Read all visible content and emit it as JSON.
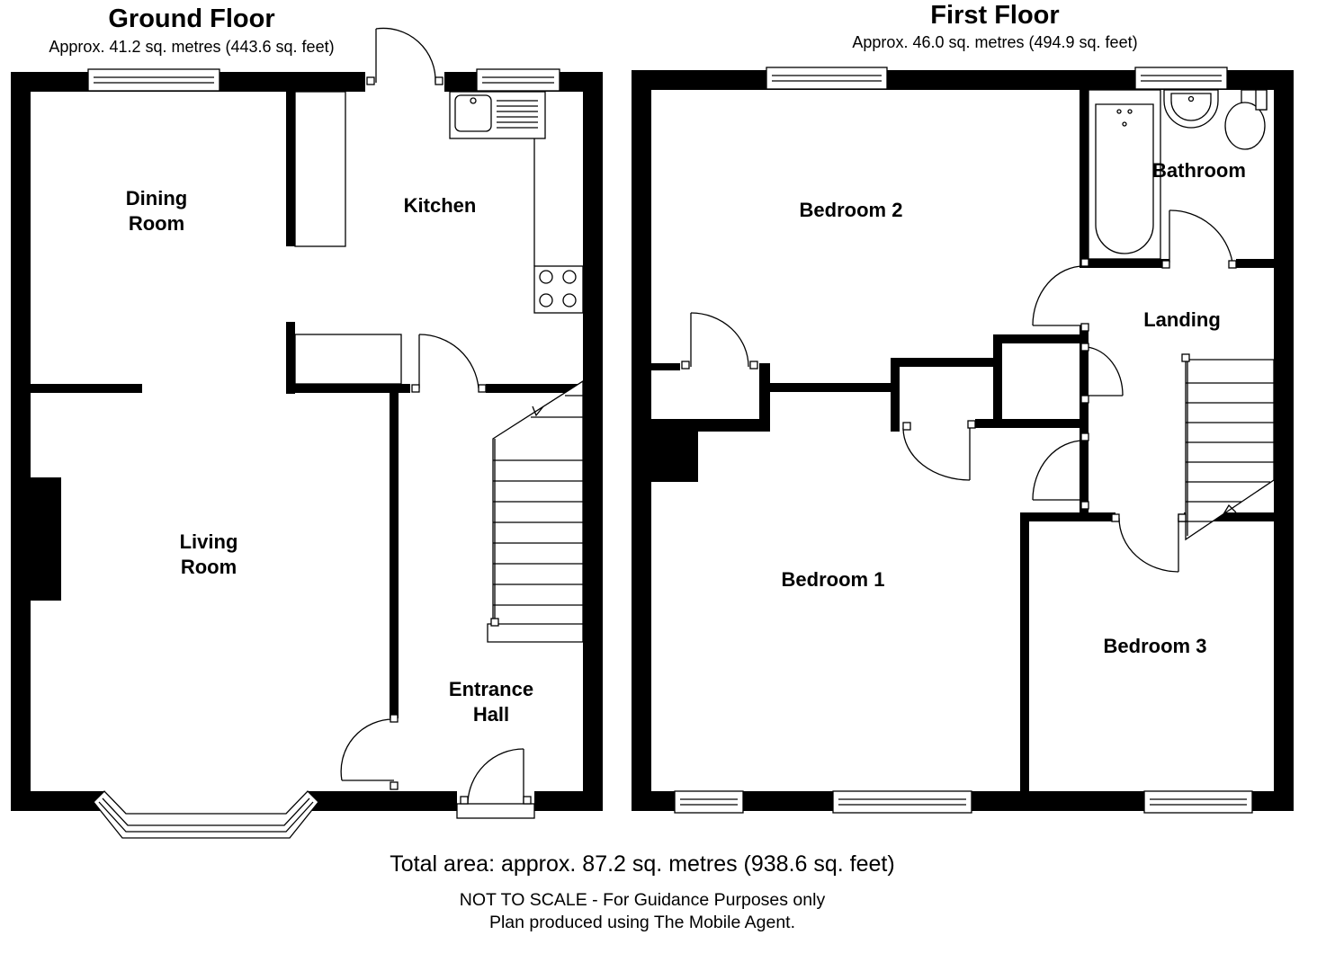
{
  "ground_floor": {
    "title": "Ground Floor",
    "area": "Approx.  41.2 sq. metres (443.6 sq. feet)",
    "rooms": {
      "dining_1": "Dining",
      "dining_2": "Room",
      "kitchen": "Kitchen",
      "living_1": "Living",
      "living_2": "Room",
      "hall_1": "Entrance",
      "hall_2": "Hall"
    }
  },
  "first_floor": {
    "title": "First Floor",
    "area": "Approx.  46.0 sq. metres (494.9 sq. feet)",
    "rooms": {
      "bedroom2": "Bedroom 2",
      "bathroom": "Bathroom",
      "landing": "Landing",
      "bedroom1": "Bedroom 1",
      "bedroom3": "Bedroom 3"
    }
  },
  "footer": {
    "total": "Total area: approx.  87.2 sq. metres (938.6 sq. feet)",
    "note1": "NOT TO SCALE - For Guidance Purposes only",
    "note2": "Plan produced using The Mobile Agent."
  }
}
